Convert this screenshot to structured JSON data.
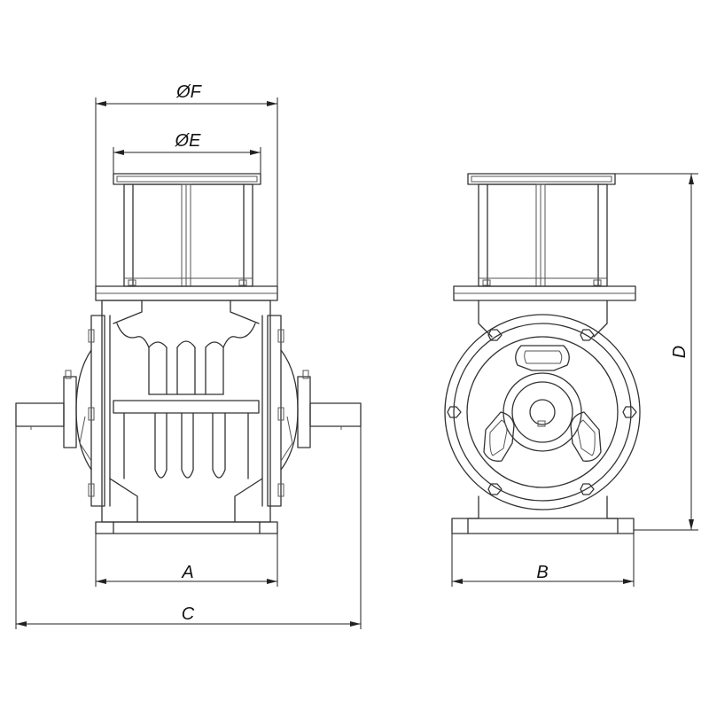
{
  "dimensions": {
    "dia_f": "ØF",
    "dia_e": "ØE",
    "a": "A",
    "b": "B",
    "c": "C",
    "d": "D"
  }
}
